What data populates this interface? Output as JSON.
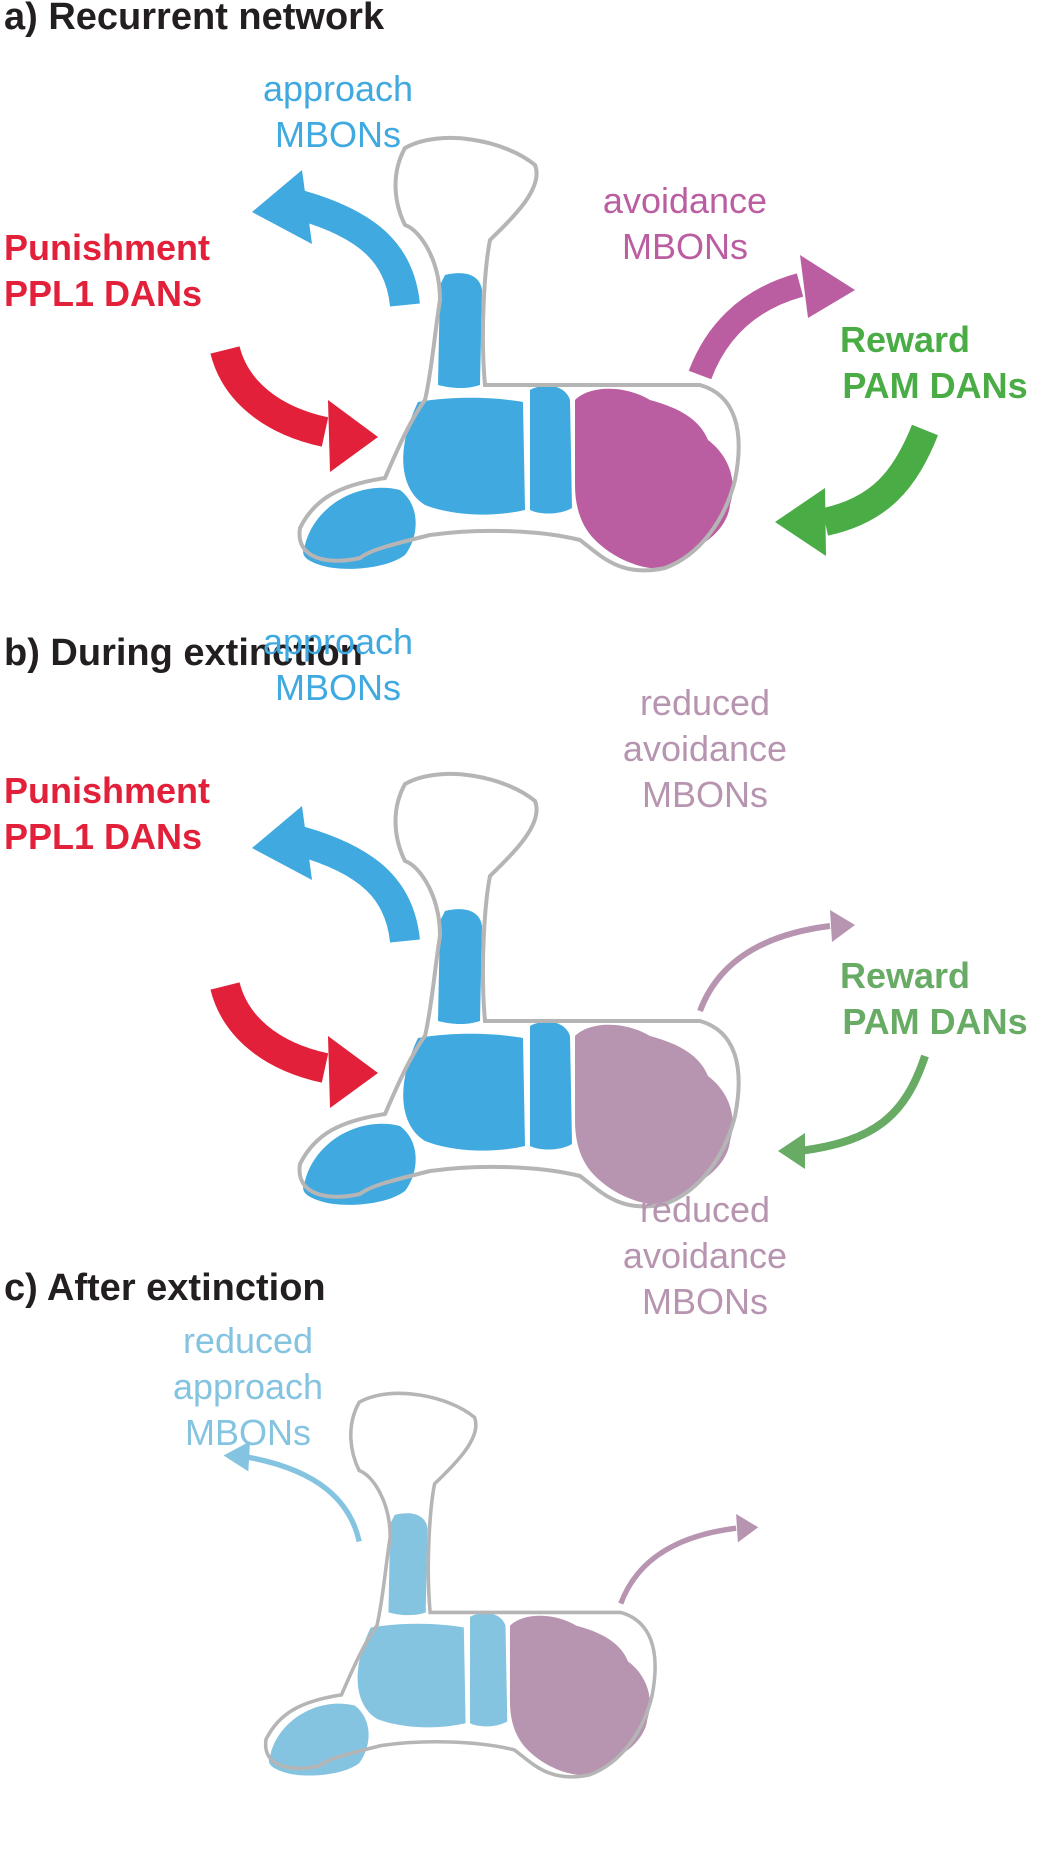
{
  "colors": {
    "approach": "#3fa9e0",
    "approach_reduced": "#85c4e0",
    "avoidance": "#bb5ea1",
    "avoidance_reduced": "#b794b0",
    "punishment": "#e2203a",
    "reward": "#4aac45",
    "reward_reduced": "#67ab64",
    "outline": "#b5b5b5"
  },
  "panels": [
    {
      "title": "a) Recurrent network",
      "approach": {
        "line1": "approach",
        "line2": "MBONs"
      },
      "avoidance": {
        "line1": "avoidance",
        "line2": "MBONs"
      },
      "punishment": {
        "line1": "Punishment",
        "line2": "PPL1 DANs"
      },
      "reward": {
        "line1": "Reward",
        "line2": "PAM DANs"
      }
    },
    {
      "title": "b) During extinction",
      "approach": {
        "line1": "approach",
        "line2": "MBONs"
      },
      "avoidance": {
        "line1": "reduced",
        "line2": "avoidance",
        "line3": "MBONs"
      },
      "punishment": {
        "line1": "Punishment",
        "line2": "PPL1 DANs"
      },
      "reward": {
        "line1": "Reward",
        "line2": "PAM DANs"
      }
    },
    {
      "title": "c) After extinction",
      "approach": {
        "line1": "reduced",
        "line2": "approach",
        "line3": "MBONs"
      },
      "avoidance": {
        "line1": "reduced",
        "line2": "avoidance",
        "line3": "MBONs"
      }
    }
  ]
}
